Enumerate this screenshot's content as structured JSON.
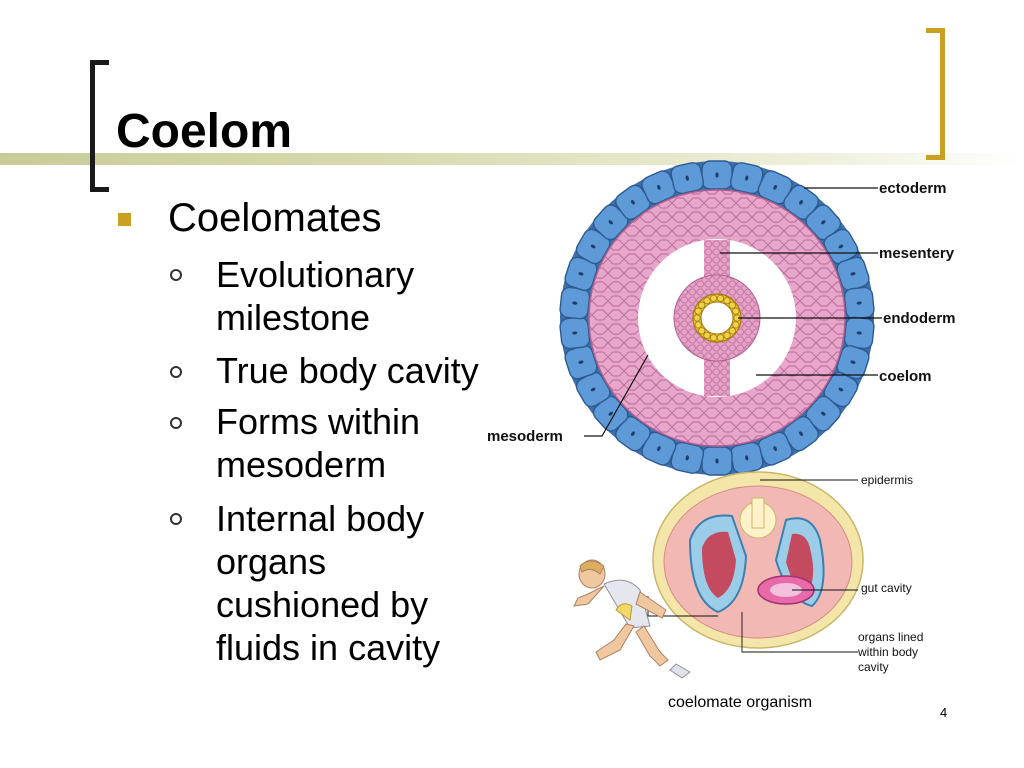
{
  "title": "Coelom",
  "bullet": "Coelomates",
  "subbullets": [
    [
      "Evolutionary",
      "milestone"
    ],
    [
      "True body cavity"
    ],
    [
      "Forms within",
      "mesoderm"
    ],
    [
      "Internal body",
      "organs",
      "cushioned by",
      "fluids in cavity"
    ]
  ],
  "diagram_top": {
    "labels": {
      "ectoderm": "ectoderm",
      "mesentery": "mesentery",
      "endoderm": "endoderm",
      "coelom": "coelom",
      "mesoderm": "mesoderm"
    }
  },
  "diagram_bottom": {
    "labels": {
      "epidermis": "epidermis",
      "gut_cavity": "gut cavity",
      "organs_line1": "organs lined",
      "organs_line2": "within body",
      "organs_line3": "cavity"
    },
    "caption": "coelomate organism"
  },
  "page_number": "4",
  "colors": {
    "accent": "#c9a020",
    "ectoderm_blue": "#5e9ad8",
    "mesoderm_pink": "#e7a2c8",
    "endoderm_yellow": "#e8c030"
  }
}
